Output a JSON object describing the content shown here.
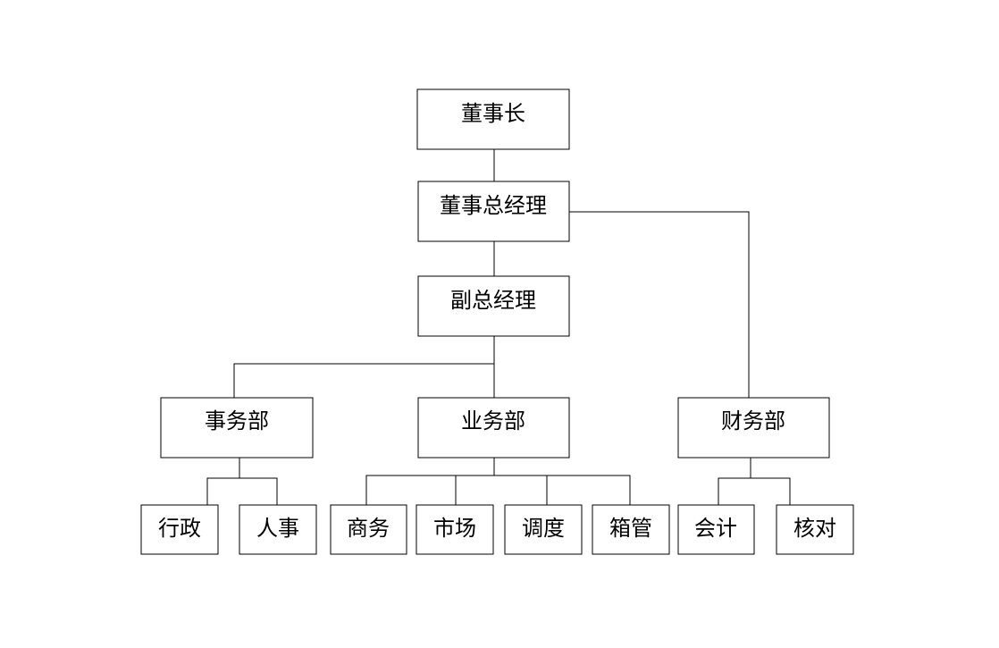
{
  "nodes": {
    "chairman": "董事长",
    "general_manager": "董事总经理",
    "deputy_manager": "副总经理",
    "affairs_dept": "事务部",
    "business_dept": "业务部",
    "finance_dept": "财务部",
    "admin": "行政",
    "hr": "人事",
    "commerce": "商务",
    "market": "市场",
    "dispatch": "调度",
    "container": "箱管",
    "accounting": "会计",
    "verification": "核对"
  }
}
